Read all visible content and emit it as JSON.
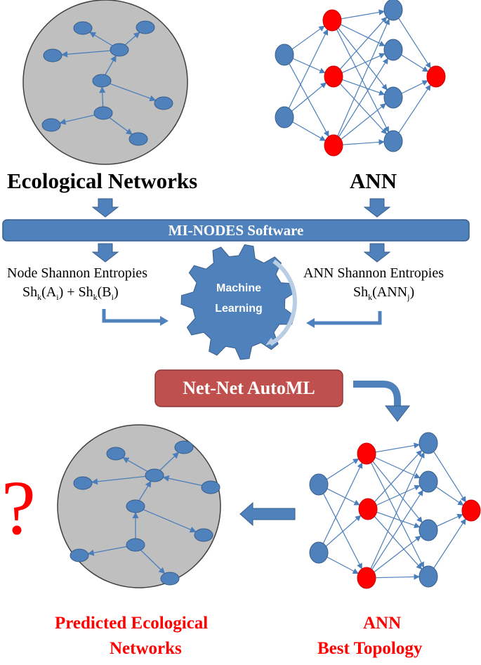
{
  "labels": {
    "eco_title": "Ecological Networks",
    "ann_title": "ANN",
    "software_bar": "MI-NODES Software",
    "node_entropy_line1": "Node Shannon Entropies",
    "node_entropy_formula": "Sh(A) + Sh(B)",
    "ann_entropy_line1": "ANN Shannon Entropies",
    "ann_entropy_formula": "Sh(ANN)",
    "gear_line1": "Machine",
    "gear_line2": "Learning",
    "automl_box": "Net-Net AutoML",
    "predicted_line1": "Predicted Ecological",
    "predicted_line2": "Networks",
    "best_line1": "ANN",
    "best_line2": "Best Topology",
    "question_mark": "?"
  },
  "colors": {
    "node_blue": "#4f81bd",
    "node_red": "#ff0000",
    "edge": "#4a7ebb",
    "circle_fill": "#bfbfbf",
    "bar_fill": "#4f81bd",
    "automl_fill": "#c0504d",
    "red_text": "#ff0000",
    "gear_fill": "#4f81bd",
    "gear_arc": "#b9cde5"
  },
  "icons": {
    "gear": "gear-icon",
    "arrows": "arrow-icon"
  }
}
